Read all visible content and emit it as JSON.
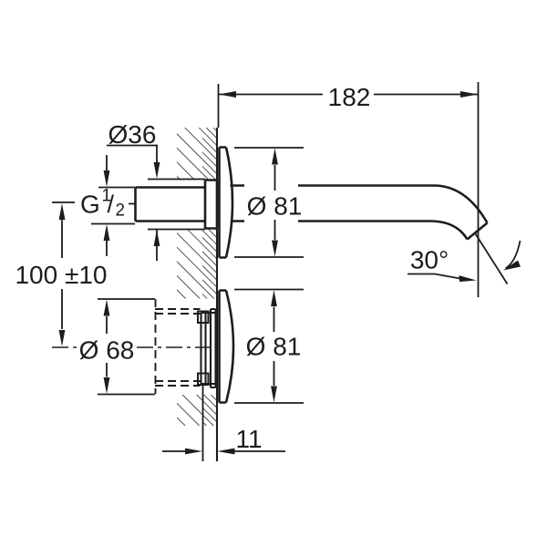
{
  "colors": {
    "line": "#1d1d1d",
    "background": "#ffffff"
  },
  "labels": {
    "projection": "182",
    "spout_connector_diameter": "Ø36",
    "thread": {
      "letter": "G",
      "numerator": "1",
      "slash": "/",
      "denominator": "2"
    },
    "center_distance": "100 ±10",
    "concealed_body_diameter": "Ø 68",
    "spout_escutcheon_diameter": "Ø 81",
    "valve_escutcheon_diameter": "Ø 81",
    "spout_angle": "30°",
    "escutcheon_depth": "11"
  }
}
